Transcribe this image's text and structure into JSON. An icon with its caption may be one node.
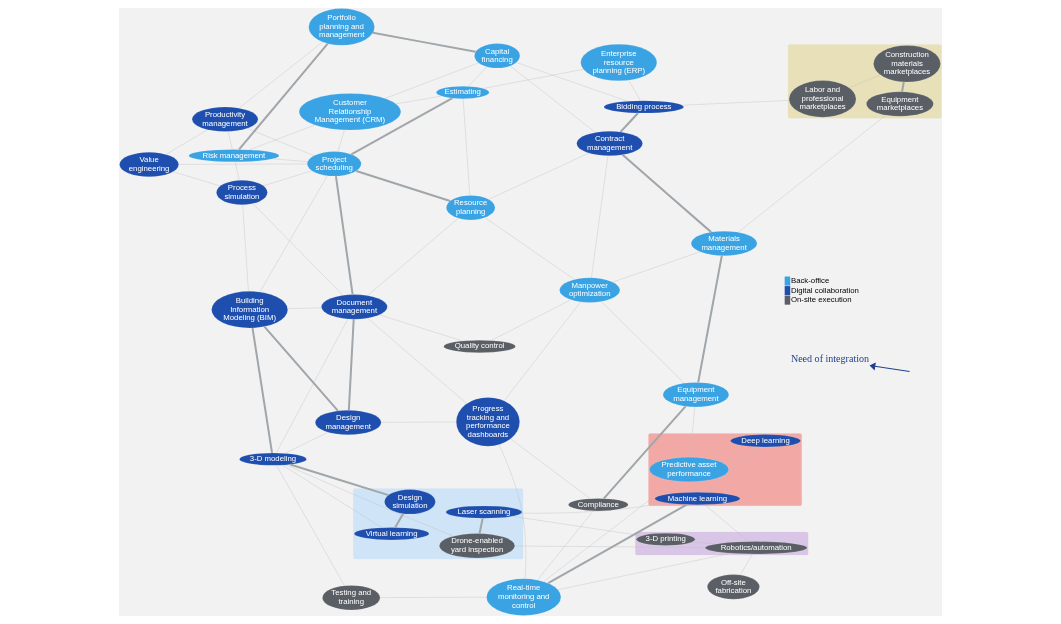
{
  "diagram": {
    "nodes": [
      {
        "text": [],
        "shape": "band"
      },
      {
        "text": [],
        "shape": "band"
      },
      {
        "text": [],
        "shape": "band"
      },
      {
        "text": [],
        "shape": "band"
      },
      {
        "text": [
          "Value engineering"
        ]
      },
      {
        "text": [
          "Design simulation"
        ],
        "in": 0
      },
      {
        "text": [
          "Productivity management"
        ]
      },
      {
        "text": [
          "Building Information Modeling (BIM)"
        ]
      },
      {
        "text": [
          "Process simulation"
        ]
      },
      {
        "text": [
          "Virtual learning"
        ],
        "in": 0
      },
      {
        "text": [
          "3-D modeling"
        ]
      },
      {
        "text": [
          "Risk management"
        ]
      },
      {
        "text": [
          "Drone-enabled yard inspection"
        ],
        "in": 0
      },
      {
        "text": [
          "Portfolio planning and management"
        ]
      },
      {
        "text": [
          "Design management"
        ]
      },
      {
        "text": [
          "Capital financing"
        ]
      },
      {
        "text": [
          "Customer Relationship Management (CRM)"
        ]
      },
      {
        "text": [
          "Project scheduling"
        ]
      },
      {
        "text": [
          "Testing and training"
        ]
      },
      {
        "text": [
          "Off-site fabrication"
        ]
      },
      {
        "text": [
          "Laser scanning"
        ],
        "in": 0
      },
      {
        "text": [
          "Document management"
        ]
      },
      {
        "text": [
          "Estimating"
        ]
      },
      {
        "text": [
          "Resource planning"
        ]
      },
      {
        "text": [
          "Robotics/automation"
        ],
        "in": 1
      },
      {
        "text": [
          "Enterprise resource planning (ERP)"
        ]
      },
      {
        "text": [
          "3-D printing"
        ],
        "in": 1
      },
      {
        "text": [
          "Labor and professional marketplaces"
        ],
        "in": 3
      },
      {
        "text": [
          "Quality control"
        ]
      },
      {
        "text": [
          "Progress tracking and performance dashboards"
        ]
      },
      {
        "text": [
          "Bidding process"
        ]
      },
      {
        "text": [
          "Contract management"
        ]
      },
      {
        "text": [
          "Real-time monitoring and control"
        ]
      },
      {
        "text": [
          "Manpower optimization"
        ]
      },
      {
        "text": [
          "Construction materials marketplaces"
        ],
        "in": 3
      },
      {
        "text": [
          "Machine learning"
        ],
        "in": 2
      },
      {
        "text": [
          "Equipment marketplaces"
        ],
        "in": 3
      },
      {
        "text": [
          "Materials management"
        ]
      },
      {
        "text": [
          "Compliance"
        ]
      },
      {
        "text": [
          "Deep learning"
        ],
        "in": 2
      },
      {
        "text": [
          "Predictive asset performance"
        ],
        "in": 2
      },
      {
        "text": [
          "Equipment management"
        ]
      },
      {
        "text": [
          "Need of integration"
        ]
      }
    ],
    "edges": [
      {
        "from": 7,
        "to": 10,
        "arrow": "none",
        "style": "thick"
      },
      {
        "from": 5,
        "to": 9,
        "arrow": "none",
        "style": "thick"
      },
      {
        "from": 34,
        "to": 36,
        "arrow": "none",
        "style": "thick"
      },
      {
        "from": 37,
        "to": 41,
        "arrow": "none",
        "style": "thick"
      },
      {
        "from": 12,
        "to": 20,
        "arrow": "none",
        "style": "thick"
      },
      {
        "from": 13,
        "to": 11,
        "arrow": "none",
        "style": "thick"
      },
      {
        "from": 14,
        "to": 7,
        "arrow": "none",
        "style": "thick"
      },
      {
        "from": 10,
        "to": 5,
        "arrow": "none",
        "style": "thick"
      },
      {
        "from": 15,
        "to": 13,
        "arrow": "none",
        "style": "thick"
      },
      {
        "from": 17,
        "to": 21,
        "arrow": "none",
        "style": "thick"
      },
      {
        "from": 22,
        "to": 17,
        "arrow": "none",
        "style": "thick"
      },
      {
        "from": 30,
        "to": 31,
        "arrow": "none",
        "style": "thick"
      },
      {
        "from": 31,
        "to": 37,
        "arrow": "none",
        "style": "thick"
      },
      {
        "from": 21,
        "to": 14,
        "arrow": "none",
        "style": "thick"
      },
      {
        "from": 23,
        "to": 17,
        "arrow": "none",
        "style": "thick"
      },
      {
        "from": 32,
        "to": 35,
        "arrow": "none",
        "style": "thick"
      },
      {
        "from": 41,
        "to": 38,
        "arrow": "none",
        "style": "thick"
      },
      {
        "from": 4,
        "to": 6,
        "arrow": "none"
      },
      {
        "from": 4,
        "to": 8,
        "arrow": "none"
      },
      {
        "from": 4,
        "to": 17,
        "arrow": "none"
      },
      {
        "from": 6,
        "to": 13,
        "arrow": "none"
      },
      {
        "from": 6,
        "to": 11,
        "arrow": "none"
      },
      {
        "from": 6,
        "to": 17,
        "arrow": "none"
      },
      {
        "from": 8,
        "to": 17,
        "arrow": "none"
      },
      {
        "from": 8,
        "to": 21,
        "arrow": "none"
      },
      {
        "from": 8,
        "to": 7,
        "arrow": "none"
      },
      {
        "from": 8,
        "to": 11,
        "arrow": "none"
      },
      {
        "from": 7,
        "to": 21,
        "arrow": "none"
      },
      {
        "from": 7,
        "to": 17,
        "arrow": "none"
      },
      {
        "from": 10,
        "to": 14,
        "arrow": "none"
      },
      {
        "from": 10,
        "to": 21,
        "arrow": "none"
      },
      {
        "from": 10,
        "to": 12,
        "arrow": "none"
      },
      {
        "from": 10,
        "to": 9,
        "arrow": "none"
      },
      {
        "from": 10,
        "to": 18,
        "arrow": "none"
      },
      {
        "from": 11,
        "to": 17,
        "arrow": "none"
      },
      {
        "from": 11,
        "to": 16,
        "arrow": "none"
      },
      {
        "from": 15,
        "to": 16,
        "arrow": "none"
      },
      {
        "from": 15,
        "to": 22,
        "arrow": "none"
      },
      {
        "from": 15,
        "to": 30,
        "arrow": "none"
      },
      {
        "from": 15,
        "to": 31,
        "arrow": "none"
      },
      {
        "from": 16,
        "to": 17,
        "arrow": "none"
      },
      {
        "from": 16,
        "to": 22,
        "arrow": "none"
      },
      {
        "from": 21,
        "to": 29,
        "arrow": "none"
      },
      {
        "from": 21,
        "to": 23,
        "arrow": "none"
      },
      {
        "from": 21,
        "to": 28,
        "arrow": "none"
      },
      {
        "from": 22,
        "to": 25,
        "arrow": "none"
      },
      {
        "from": 22,
        "to": 23,
        "arrow": "none"
      },
      {
        "from": 23,
        "to": 31,
        "arrow": "none"
      },
      {
        "from": 23,
        "to": 33,
        "arrow": "none"
      },
      {
        "from": 25,
        "to": 30,
        "arrow": "none"
      },
      {
        "from": 27,
        "to": 34,
        "arrow": "none"
      },
      {
        "from": 27,
        "to": 30,
        "arrow": "none"
      },
      {
        "from": 28,
        "to": 33,
        "arrow": "none"
      },
      {
        "from": 29,
        "to": 33,
        "arrow": "none"
      },
      {
        "from": 29,
        "to": 38,
        "arrow": "none"
      },
      {
        "from": 29,
        "to": 32,
        "arrow": "none"
      },
      {
        "from": 32,
        "to": 38,
        "arrow": "none"
      },
      {
        "from": 32,
        "to": 40,
        "arrow": "none"
      },
      {
        "from": 32,
        "to": 24,
        "arrow": "none"
      },
      {
        "from": 35,
        "to": 39,
        "arrow": "none"
      },
      {
        "from": 35,
        "to": 40,
        "arrow": "none"
      },
      {
        "from": 24,
        "to": 35,
        "arrow": "none"
      },
      {
        "from": 24,
        "to": 26,
        "arrow": "none"
      },
      {
        "from": 26,
        "to": 20,
        "arrow": "none"
      },
      {
        "from": 18,
        "to": 32,
        "arrow": "none"
      },
      {
        "from": 19,
        "to": 24,
        "arrow": "none"
      },
      {
        "from": 33,
        "to": 37,
        "arrow": "none"
      },
      {
        "from": 33,
        "to": 41,
        "arrow": "none"
      },
      {
        "from": 31,
        "to": 33,
        "arrow": "none"
      },
      {
        "from": 36,
        "to": 37,
        "arrow": "none"
      },
      {
        "from": 41,
        "to": 40,
        "arrow": "none"
      },
      {
        "from": 12,
        "to": 24,
        "arrow": "none"
      },
      {
        "from": 14,
        "to": 29,
        "arrow": "none"
      },
      {
        "from": 20,
        "to": 35,
        "arrow": "none"
      },
      {
        "from": null,
        "to": 42,
        "arrow": "to",
        "color": "#1f3f8f"
      }
    ],
    "legend": [
      {
        "text": "Back-office",
        "color": "#3aa3e3"
      },
      {
        "text": "Digital collaboration",
        "color": "#1f4fae"
      },
      {
        "text": "On-site execution",
        "color": "#5a5f66"
      }
    ]
  }
}
